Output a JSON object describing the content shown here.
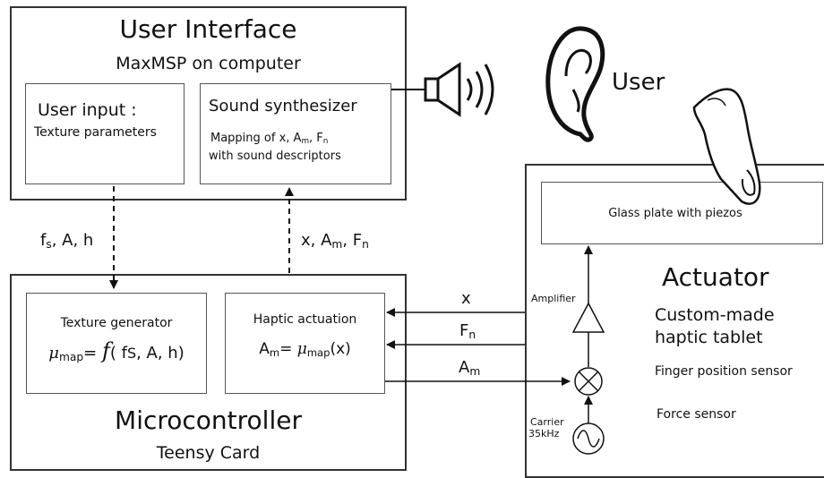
{
  "ui": {
    "title": "User Interface",
    "subtitle": "MaxMSP on computer",
    "input_title": "User input :",
    "input_sub": "Texture parameters",
    "synth_title": "Sound synthesizer",
    "synth_line1_pre": "Mapping of x, A",
    "synth_line1_sub1": "m",
    "synth_line1_mid": ", F",
    "synth_line1_sub2": "n",
    "synth_line2": "with sound descriptors"
  },
  "user_label": "User",
  "mcu": {
    "title": "Microcontroller",
    "subtitle": "Teensy Card",
    "texgen_title": "Texture generator",
    "texgen_mu": "μ",
    "texgen_mu_sub": "map",
    "texgen_eq": "=",
    "texgen_f": "f",
    "texgen_args_pre": "( f",
    "texgen_args_s": "S",
    "texgen_args_post": ", A, h)",
    "haptic_title": "Haptic actuation",
    "haptic_A": "A",
    "haptic_A_sub": "m",
    "haptic_eq": "=",
    "haptic_mu": "μ",
    "haptic_mu_sub": "map",
    "haptic_x": "(x)"
  },
  "signals": {
    "down_f": "f",
    "down_f_sub": "s",
    "down_rest": ", A, h",
    "up_pre": "x, A",
    "up_sub1": "m",
    "up_mid": ", F",
    "up_sub2": "n",
    "x": "x",
    "fn": "F",
    "fn_sub": "n",
    "am": "A",
    "am_sub": "m"
  },
  "actuator": {
    "glass": "Glass plate with piezos",
    "title": "Actuator",
    "line1": "Custom-made",
    "line2": "haptic tablet",
    "finger": "Finger position sensor",
    "force": "Force sensor",
    "amplifier": "Amplifier",
    "carrier1": "Carrier",
    "carrier2": "35kHz"
  },
  "icons": [
    "speaker-icon",
    "ear-icon",
    "finger-icon",
    "amplifier-triangle",
    "multiplier-circle",
    "sine-oscillator-icon"
  ]
}
